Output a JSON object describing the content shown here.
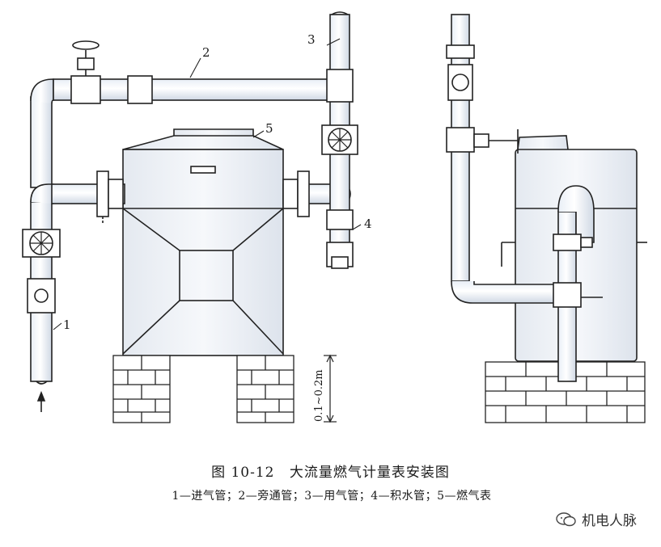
{
  "callouts": [
    "1",
    "2",
    "3",
    "4",
    "5"
  ],
  "height_note": "0.1~0.2m",
  "caption": {
    "figure_no": "图 10-12",
    "title": "大流量燃气计量表安装图",
    "legend": "1—进气管；2—旁通管；3—用气管；4—积水管；5—燃气表"
  },
  "watermark": "机电人脉"
}
